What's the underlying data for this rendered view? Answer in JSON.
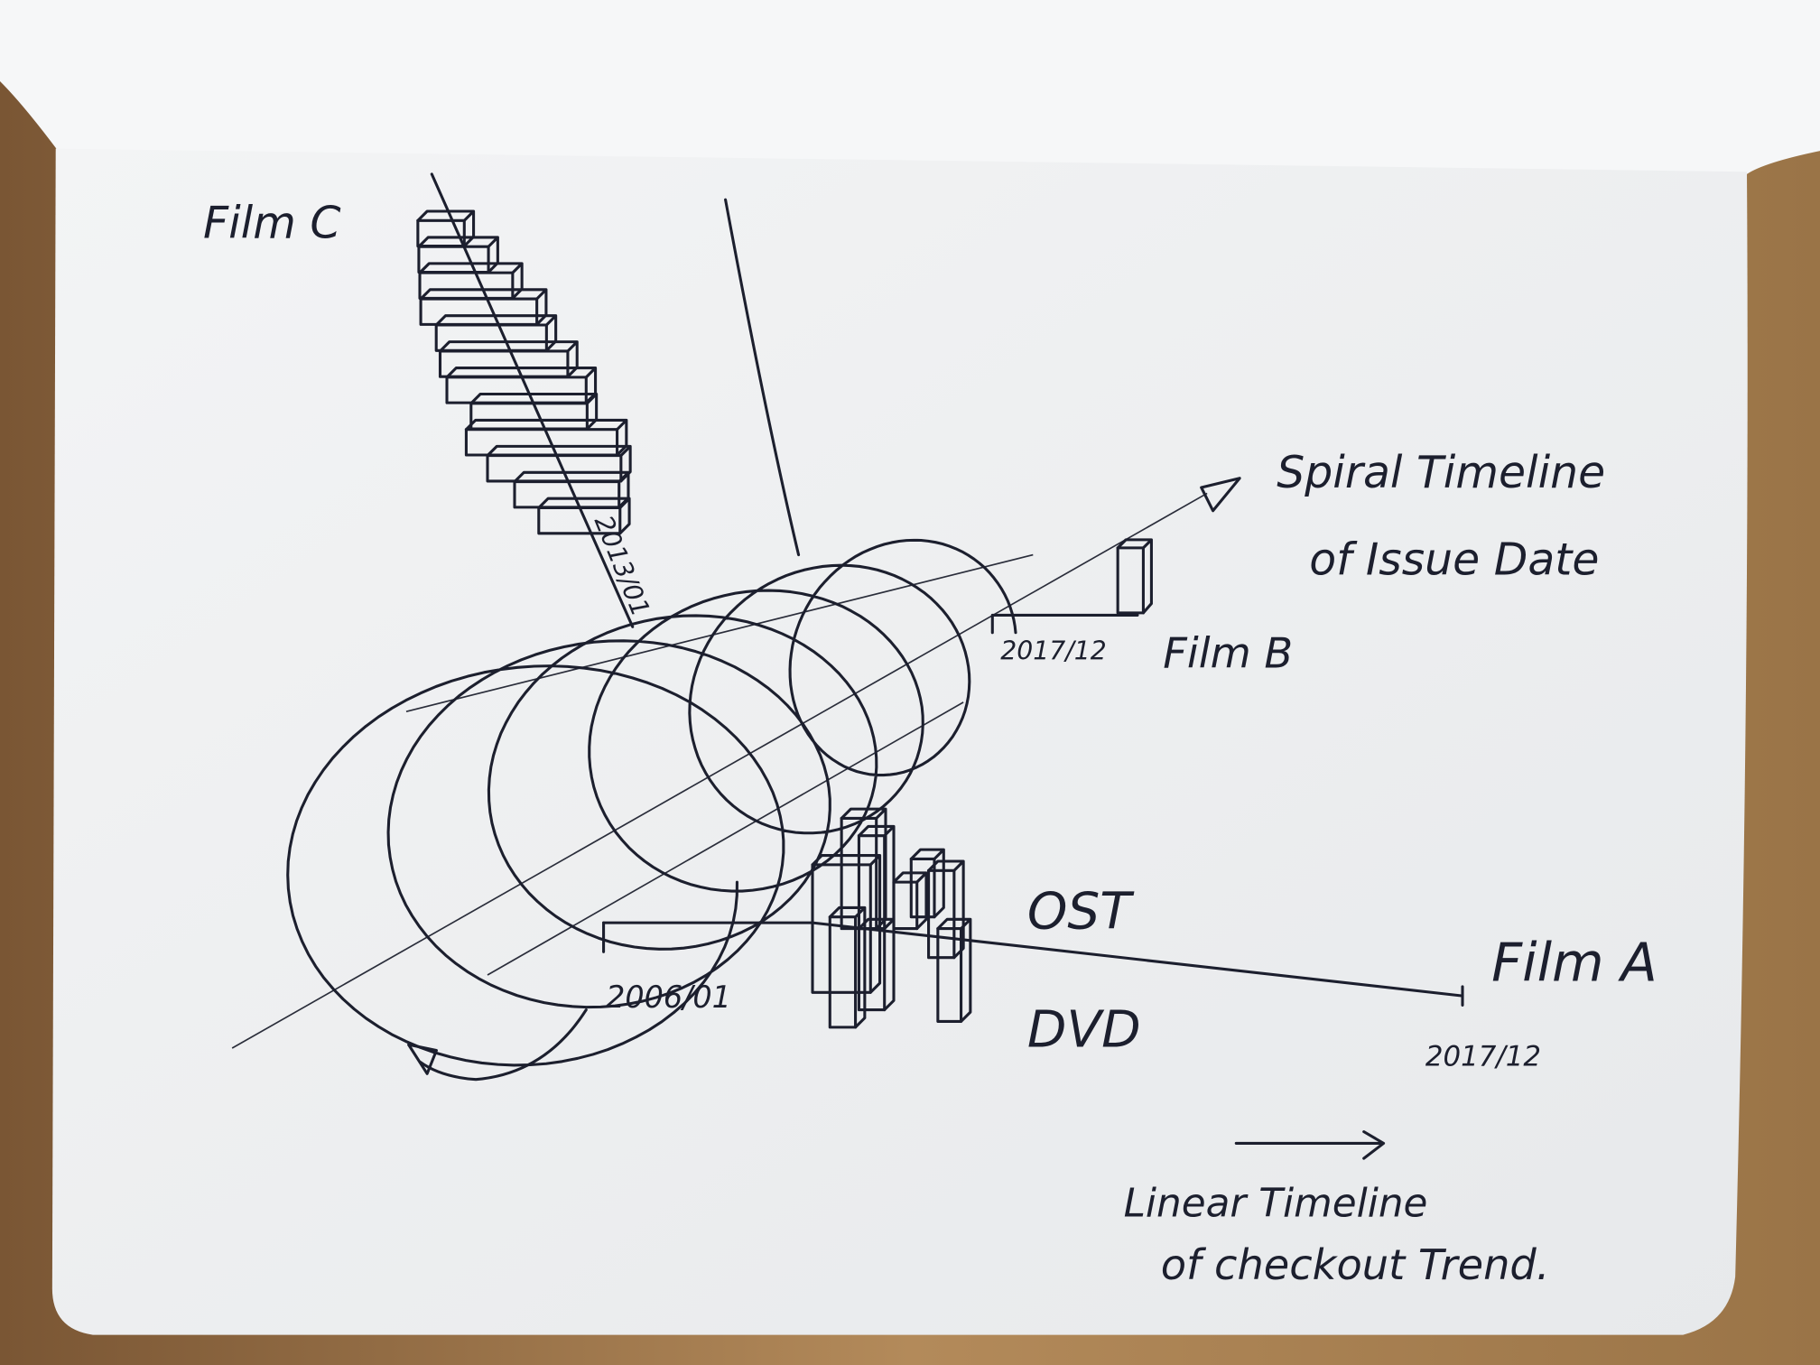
{
  "sketch": {
    "labels": {
      "film_c": "Film C",
      "film_b": "Film B",
      "film_a": "Film A",
      "spiral_line1": "Spiral Timeline",
      "spiral_line2": "of Issue Date",
      "date_c": "2013/01",
      "date_b": "2017/12",
      "date_start": "2006/01",
      "date_a_end": "2017/12",
      "ost": "OST",
      "dvd": "DVD",
      "linear_line1": "Linear Timeline",
      "linear_line2": "of checkout Trend."
    },
    "colors": {
      "ink": "#1c1f2e",
      "paper": "#eef0f1",
      "wood": "#9a7447"
    }
  }
}
